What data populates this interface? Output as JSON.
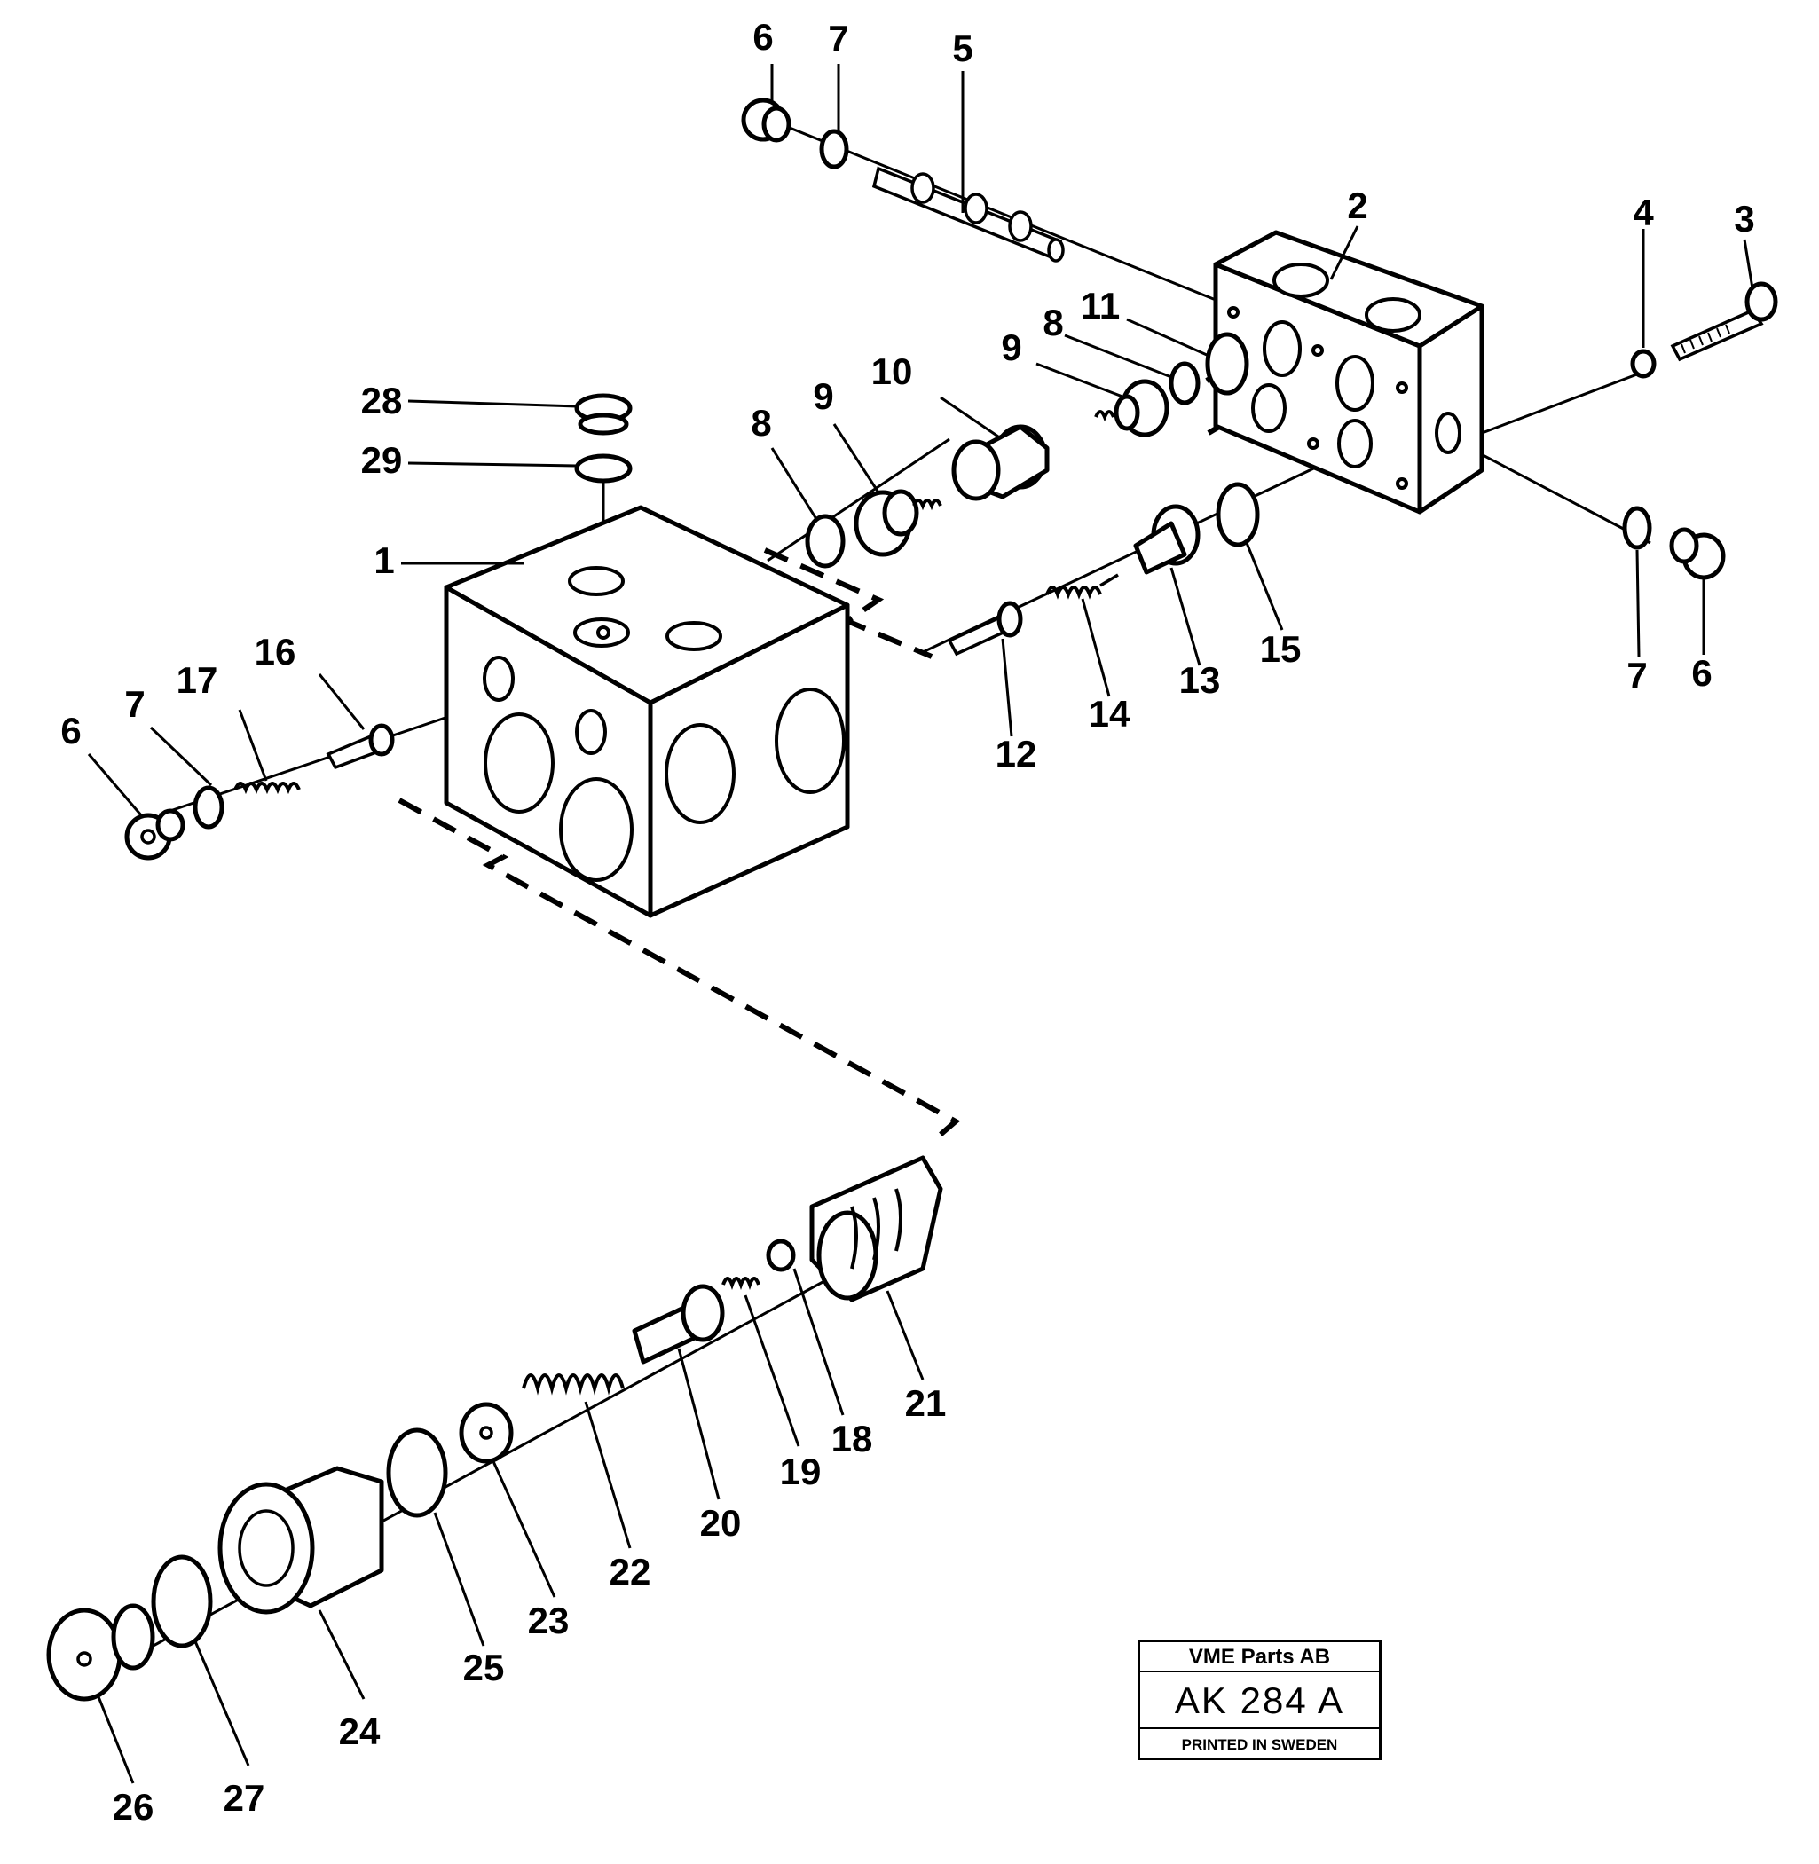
{
  "diagram": {
    "callouts": {
      "c1": "1",
      "c2": "2",
      "c3": "3",
      "c4": "4",
      "c5": "5",
      "c6a": "6",
      "c6b": "6",
      "c6c": "6",
      "c7a": "7",
      "c7b": "7",
      "c7c": "7",
      "c8a": "8",
      "c8b": "8",
      "c9a": "9",
      "c9b": "9",
      "c10": "10",
      "c11": "11",
      "c12": "12",
      "c13": "13",
      "c14": "14",
      "c15": "15",
      "c16": "16",
      "c17": "17",
      "c18": "18",
      "c19": "19",
      "c20": "20",
      "c21": "21",
      "c22": "22",
      "c23": "23",
      "c24": "24",
      "c25": "25",
      "c26": "26",
      "c27": "27",
      "c28": "28",
      "c29": "29"
    }
  },
  "title_block": {
    "company": "VME Parts AB",
    "drawing_code": "AK 284 A",
    "printed": "PRINTED IN SWEDEN"
  }
}
